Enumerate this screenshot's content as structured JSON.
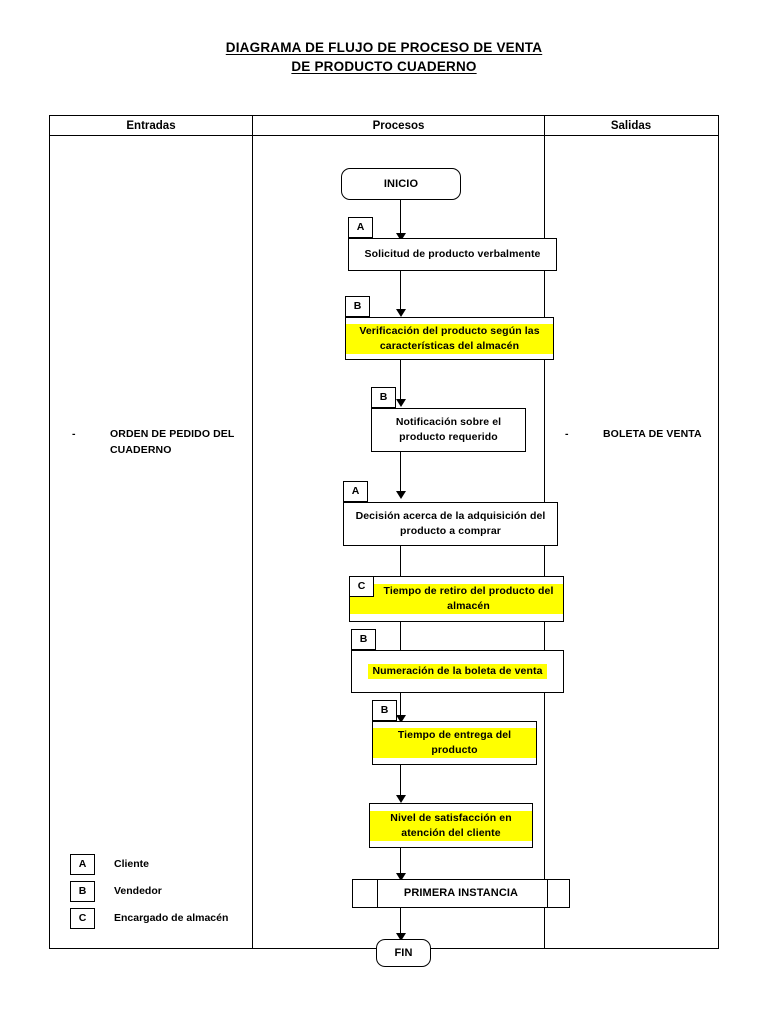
{
  "title": {
    "line1": "DIAGRAMA DE FLUJO DE PROCESO DE VENTA",
    "line2": "DE PRODUCTO CUADERNO"
  },
  "table": {
    "headers": {
      "entradas": "Entradas",
      "procesos": "Procesos",
      "salidas": "Salidas"
    }
  },
  "entradas": {
    "bullet": "-",
    "text": "ORDEN DE PEDIDO DEL CUADERNO"
  },
  "salidas": {
    "bullet": "-",
    "text": "BOLETA DE VENTA"
  },
  "legend": {
    "items": [
      {
        "tag": "A",
        "label": "Cliente"
      },
      {
        "tag": "B",
        "label": "Vendedor"
      },
      {
        "tag": "C",
        "label": "Encargado de almacén"
      }
    ]
  },
  "flow": {
    "start": {
      "label": "INICIO",
      "shape": "terminal"
    },
    "end": {
      "label": "FIN",
      "shape": "terminal"
    },
    "steps": [
      {
        "id": "step-1",
        "tag": "A",
        "label": "Solicitud de producto verbalmente",
        "highlight": false
      },
      {
        "id": "step-2",
        "tag": "B",
        "label": "Verificación del producto según las características del almacén",
        "highlight": true
      },
      {
        "id": "step-3",
        "tag": "B",
        "label": "Notificación sobre el producto requerido",
        "highlight": false
      },
      {
        "id": "step-4",
        "tag": "A",
        "label": "Decisión acerca de la adquisición del producto a comprar",
        "highlight": false
      },
      {
        "id": "step-5",
        "tag": "C",
        "label": "Tiempo de retiro del producto del almacén",
        "highlight": true
      },
      {
        "id": "step-6",
        "tag": "B",
        "label": "Numeración de la boleta de venta",
        "highlight": true
      },
      {
        "id": "step-7",
        "tag": "B",
        "label": "Tiempo de entrega del producto",
        "highlight": true
      },
      {
        "id": "step-8",
        "tag": "",
        "label": "Nivel de satisfacción en atención del cliente",
        "highlight": true
      },
      {
        "id": "step-9",
        "tag": "",
        "label": "PRIMERA INSTANCIA",
        "highlight": false,
        "shape": "predefined"
      }
    ]
  },
  "colors": {
    "highlight": "#FFFF00",
    "stroke": "#000000",
    "background": "#FFFFFF"
  }
}
